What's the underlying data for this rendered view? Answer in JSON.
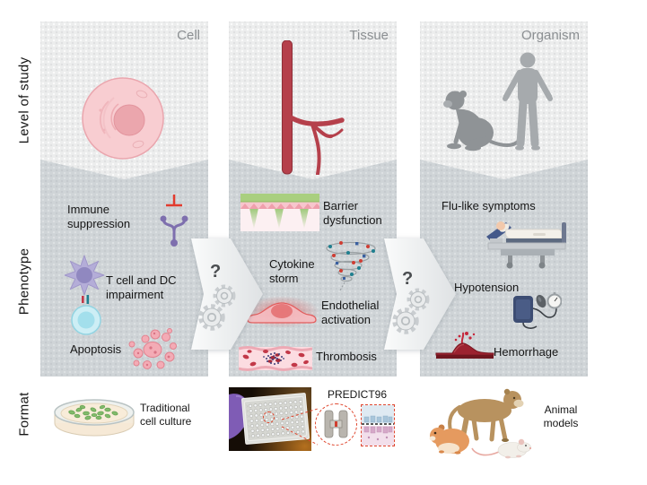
{
  "rows": {
    "level": {
      "label": "Level of study"
    },
    "phenotype": {
      "label": "Phenotype"
    },
    "format": {
      "label": "Format"
    }
  },
  "columns": {
    "cell": {
      "title": "Cell",
      "phenotypes": {
        "immune": {
          "label": "Immune suppression",
          "icon": "receptor-inhibition-icon"
        },
        "tcell_dc": {
          "label": "T cell and DC impairment",
          "icon": "dendritic-tcell-icon"
        },
        "apoptosis": {
          "label": "Apoptosis",
          "icon": "apoptotic-cell-icon"
        }
      },
      "format": {
        "label": "Traditional cell culture",
        "icon": "petri-dish-icon"
      }
    },
    "tissue": {
      "title": "Tissue",
      "phenotypes": {
        "barrier": {
          "label": "Barrier dysfunction",
          "icon": "epithelial-barrier-icon"
        },
        "cytokine": {
          "label": "Cytokine storm",
          "icon": "cytokine-storm-icon"
        },
        "endothelial": {
          "label": "Endothelial activation",
          "icon": "activated-endothelium-icon"
        },
        "thrombosis": {
          "label": "Thrombosis",
          "icon": "clotted-vessel-icon"
        }
      },
      "format": {
        "label": "PREDICT96",
        "icon": "predict96-plate-photo"
      }
    },
    "organism": {
      "title": "Organism",
      "phenotypes": {
        "flu": {
          "label": "Flu-like symptoms",
          "icon": "hospital-bed-icon"
        },
        "hypotension": {
          "label": "Hypotension",
          "icon": "blood-pressure-cuff-icon"
        },
        "hemorrhage": {
          "label": "Hemorrhage",
          "icon": "bleeding-vessel-icon"
        }
      },
      "format": {
        "label": "Animal models",
        "icon": "animal-models-icon"
      }
    }
  },
  "arrows": {
    "cell_to_tissue": {
      "question": "?"
    },
    "tissue_to_organism": {
      "question": "?"
    }
  },
  "colors": {
    "panel_light": "#eceded",
    "panel_dark": "#cfd4d7",
    "column_title": "#8b8f92",
    "text": "#161616",
    "vessel_red": "#b5404b",
    "inhibit_red": "#e23b2e",
    "receptor_purple": "#7e6fae",
    "barrier_green": "#a9cf7f",
    "dashed_highlight_red": "#e04830"
  }
}
